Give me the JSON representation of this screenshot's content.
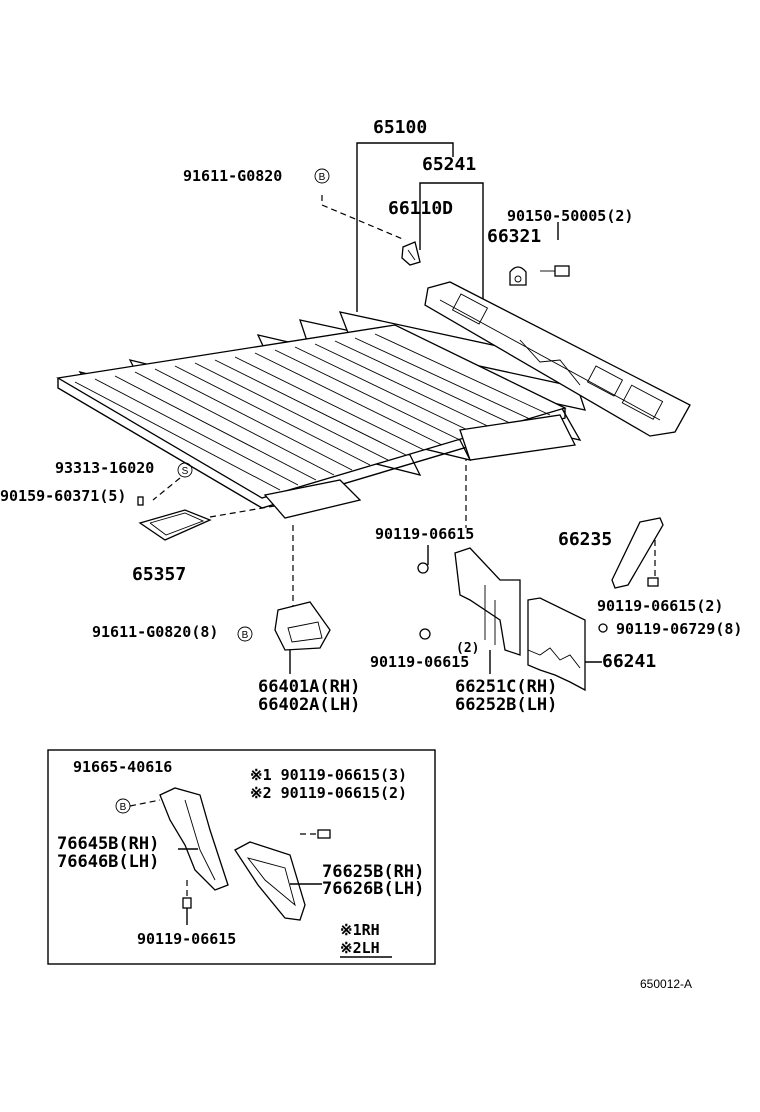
{
  "labels": {
    "p65100": "65100",
    "p65241": "65241",
    "p91611_top": "91611-G0820",
    "p66110d": "66110D",
    "p90150": "90150-50005(2)",
    "p66321": "66321",
    "p93313": "93313-16020",
    "p90159": "90159-60371(5)",
    "p65357": "65357",
    "p90119_mid": "90119-06615",
    "p66235": "66235",
    "p90119_2": "90119-06615(2)",
    "p90119_06729": "90119-06729(8)",
    "p91611_8": "91611-G0820(8)",
    "p90119_low": "90119-06615",
    "qty_2": "(2)",
    "p66241": "66241",
    "p66401a": "66401A(RH)",
    "p66402a": "66402A(LH)",
    "p66251c": "66251C(RH)",
    "p66252b": "66252B(LH)",
    "p91665": "91665-40616",
    "p_note1": "※1 90119-06615(3)",
    "p_note2": "※2 90119-06615(2)",
    "p76645b": "76645B(RH)",
    "p76646b": "76646B(LH)",
    "p76625b": "76625B(RH)",
    "p76626b": "76626B(LH)",
    "p90119_box": "90119-06615",
    "legend1": "※1RH",
    "legend2": "※2LH"
  },
  "symbols": {
    "b_marker": "B",
    "s_marker": "S"
  },
  "diagram_code": "650012-A"
}
